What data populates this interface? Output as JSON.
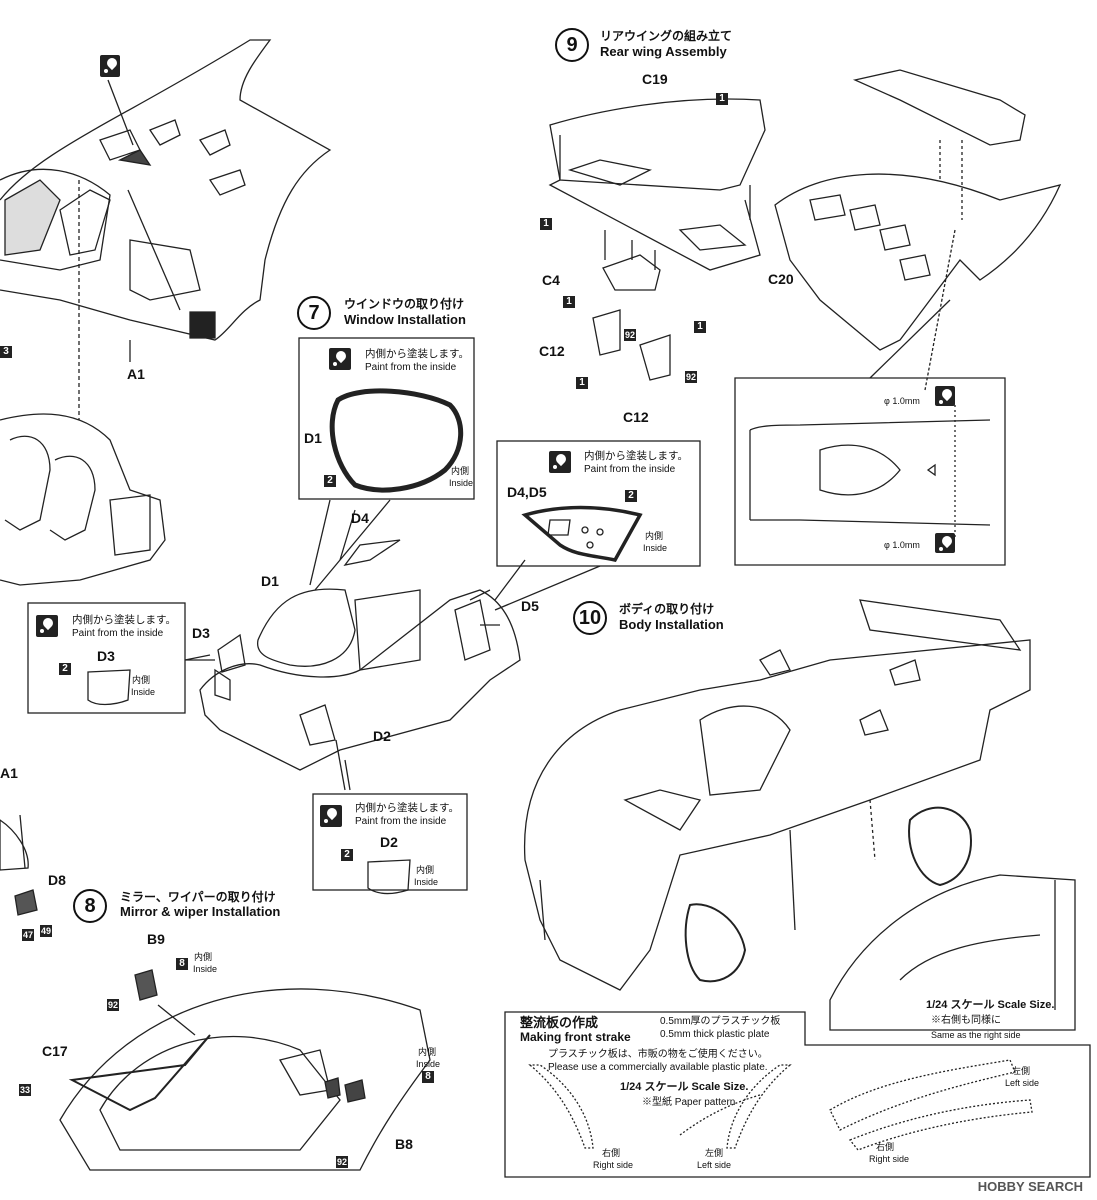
{
  "steps": {
    "s9": {
      "number": "9",
      "title_jp": "リアウイングの組み立て",
      "title_en": "Rear wing Assembly"
    },
    "s7": {
      "number": "7",
      "title_jp": "ウインドウの取り付け",
      "title_en": "Window Installation"
    },
    "s10": {
      "number": "10",
      "title_jp": "ボディの取り付け",
      "title_en": "Body Installation"
    },
    "s8": {
      "number": "8",
      "title_jp": "ミラー、ワイパーの取り付け",
      "title_en": "Mirror & wiper Installation"
    }
  },
  "paint_note": {
    "jp": "内側から塗装します。",
    "en": "Paint from the inside"
  },
  "inside": {
    "jp": "内側",
    "en": "Inside"
  },
  "parts": {
    "a1": "A1",
    "a1_left": "A1",
    "c19": "C19",
    "c20": "C20",
    "c4": "C4",
    "c12": "C12",
    "d1": "D1",
    "d3": "D3",
    "d4": "D4",
    "d5": "D5",
    "d2": "D2",
    "d4d5": "D4,D5",
    "d8": "D8",
    "b9": "B9",
    "b8": "B8",
    "c17": "C17"
  },
  "callouts": {
    "n1": "1",
    "n2": "2",
    "n3": "3",
    "n8": "8",
    "n33": "33",
    "n47": "47",
    "n49": "49",
    "n92": "92"
  },
  "dims": {
    "hole": "φ 1.0mm"
  },
  "strake": {
    "title_jp": "整流板の作成",
    "title_en": "Making front strake",
    "plate_jp": "0.5mm厚のプラスチック板",
    "plate_en": "0.5mm thick plastic plate",
    "commercial_jp": "プラスチック板は、市販の物をご使用ください。",
    "commercial_en": "Please use a commercially available plastic plate.",
    "scale": "1/24 スケール Scale Size.",
    "pattern": "※型紙 Paper pattern",
    "right_jp": "右側",
    "right_en": "Right side",
    "left_jp": "左側",
    "left_en": "Left side"
  },
  "scale_note": {
    "scale": "1/24 スケール Scale Size.",
    "same_jp": "※右側も同様に",
    "same_en": "Same as the right side"
  },
  "watermark": "HOBBY SEARCH"
}
